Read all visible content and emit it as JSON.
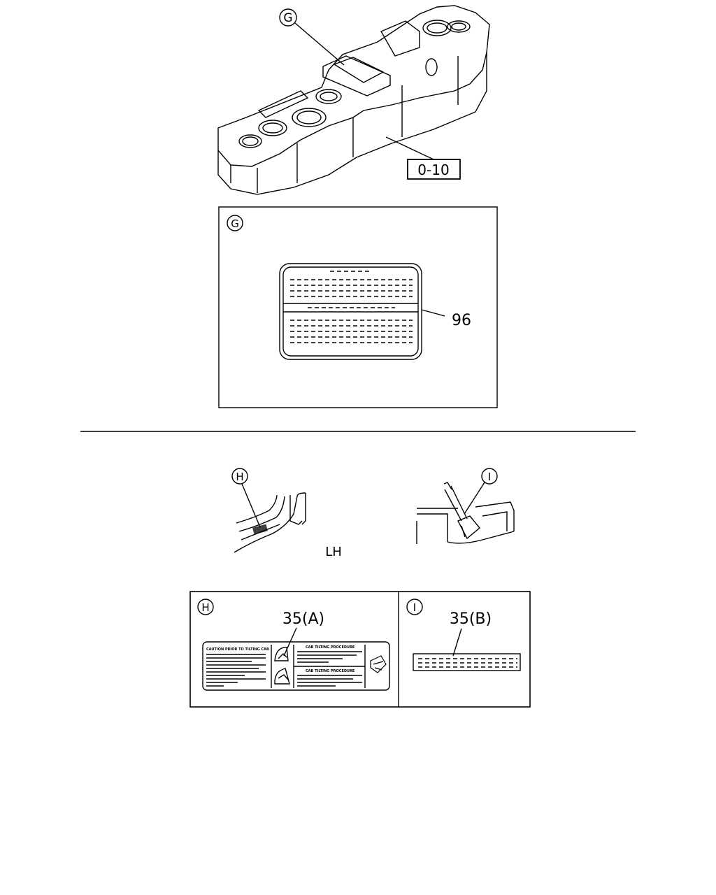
{
  "upper": {
    "detail_g_letter": "G",
    "tank_ref": "0-10",
    "detail_g_box_letter": "G",
    "label_part_number": "96"
  },
  "lower": {
    "detail_h_letter": "H",
    "detail_i_letter": "I",
    "side_label": "LH",
    "panel_h_letter": "H",
    "panel_h_part": "35(A)",
    "panel_h_label_left_title": "CAUTION PRIOR TO TILTING CAB",
    "panel_h_label_top_title": "CAB TILTING PROCEDURE",
    "panel_h_label_bottom_title": "CAB TILTING PROCEDURE",
    "panel_i_letter": "I",
    "panel_i_part": "35(B)"
  }
}
